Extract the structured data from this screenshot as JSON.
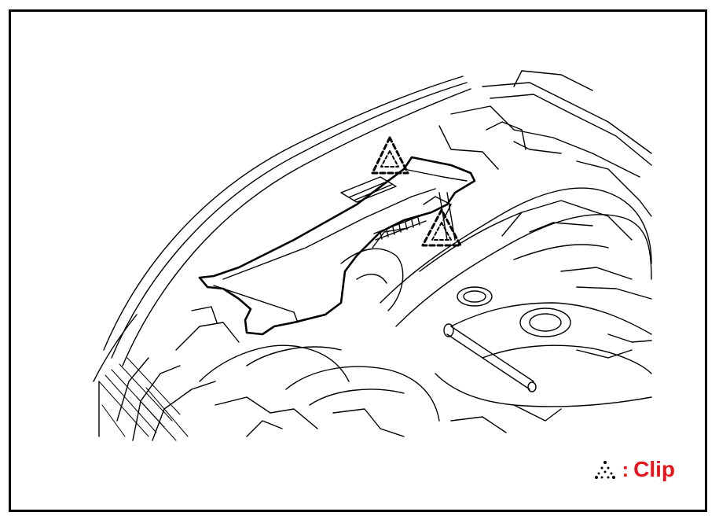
{
  "legend": {
    "symbol_name": "clip-symbol",
    "separator": ":",
    "label": "Clip",
    "label_color": "#e8141b"
  },
  "diagram": {
    "subject": "engine-compartment-cover-removal",
    "callouts": [
      "clip-symbol",
      "clip-symbol"
    ]
  }
}
